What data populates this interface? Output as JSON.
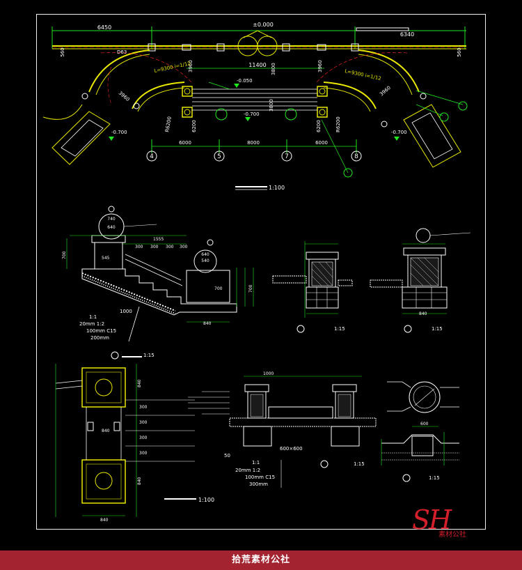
{
  "colors": {
    "background": "#000000",
    "frame": "#f2f2f2",
    "lines_yellow": "#e8e800",
    "lines_green": "#22e822",
    "lines_red": "#e82222",
    "lines_white": "#ffffff",
    "footer_band": "#a42330",
    "logo": "#d21f2a"
  },
  "plan": {
    "elevation_label": "±0.000",
    "dim_left": "6450",
    "dim_right": "6340",
    "dim_top_mid": "11400",
    "dim_left_small": "560",
    "dim_right_small": "560",
    "dim_380": "3800",
    "dim_360": "3960",
    "radius_left": "L=9300 i=1/12",
    "radius_right": "L=9300 i=1/12",
    "dim_3800_vert": "3800",
    "dim_6200_left": "6200",
    "dim_6200_right": "6200",
    "dim_6000_left": "6000",
    "dim_8000": "8000",
    "dim_6000_right": "6000",
    "level_050": "-0.050",
    "level_700_left": "-0.700",
    "level_700_mid": "-0.700",
    "level_700_right": "-0.700",
    "axis_4": "4",
    "axis_5": "5",
    "axis_7": "7",
    "axis_8": "8",
    "scale_label": "1:100"
  },
  "section_a": {
    "dim_740": "740",
    "dim_640": "640",
    "dim_1555": "1555",
    "dim_545": "545",
    "dim_300_list": [
      "300",
      "300",
      "300",
      "300"
    ],
    "dim_840": "840",
    "dim_1000": "1000",
    "dim_700": "700",
    "notes": [
      "1:1",
      "20mm  1:2",
      "100mm  C15",
      "200mm"
    ],
    "scale_label": "1:15"
  },
  "section_b": {
    "scale_label": "1:15",
    "dim_840": "840"
  },
  "plan_b": {
    "scale_label": "1:100",
    "dims": [
      "840",
      "840",
      "840",
      "840",
      "300",
      "300",
      "300",
      "300"
    ]
  },
  "section_c": {
    "dim_1000": "1000",
    "dim_600": "600×600",
    "dim_50": "50",
    "notes": [
      "1:1",
      "20mm  1:2",
      "100mm  C15",
      "300mm"
    ],
    "scale_label": "1:15"
  },
  "detail_d": {
    "dim_600": "600",
    "scale_label": "1:15"
  },
  "logo": {
    "mark": "SH",
    "sub": "素材公社"
  },
  "footer": {
    "text": "拾荒素材公社"
  }
}
